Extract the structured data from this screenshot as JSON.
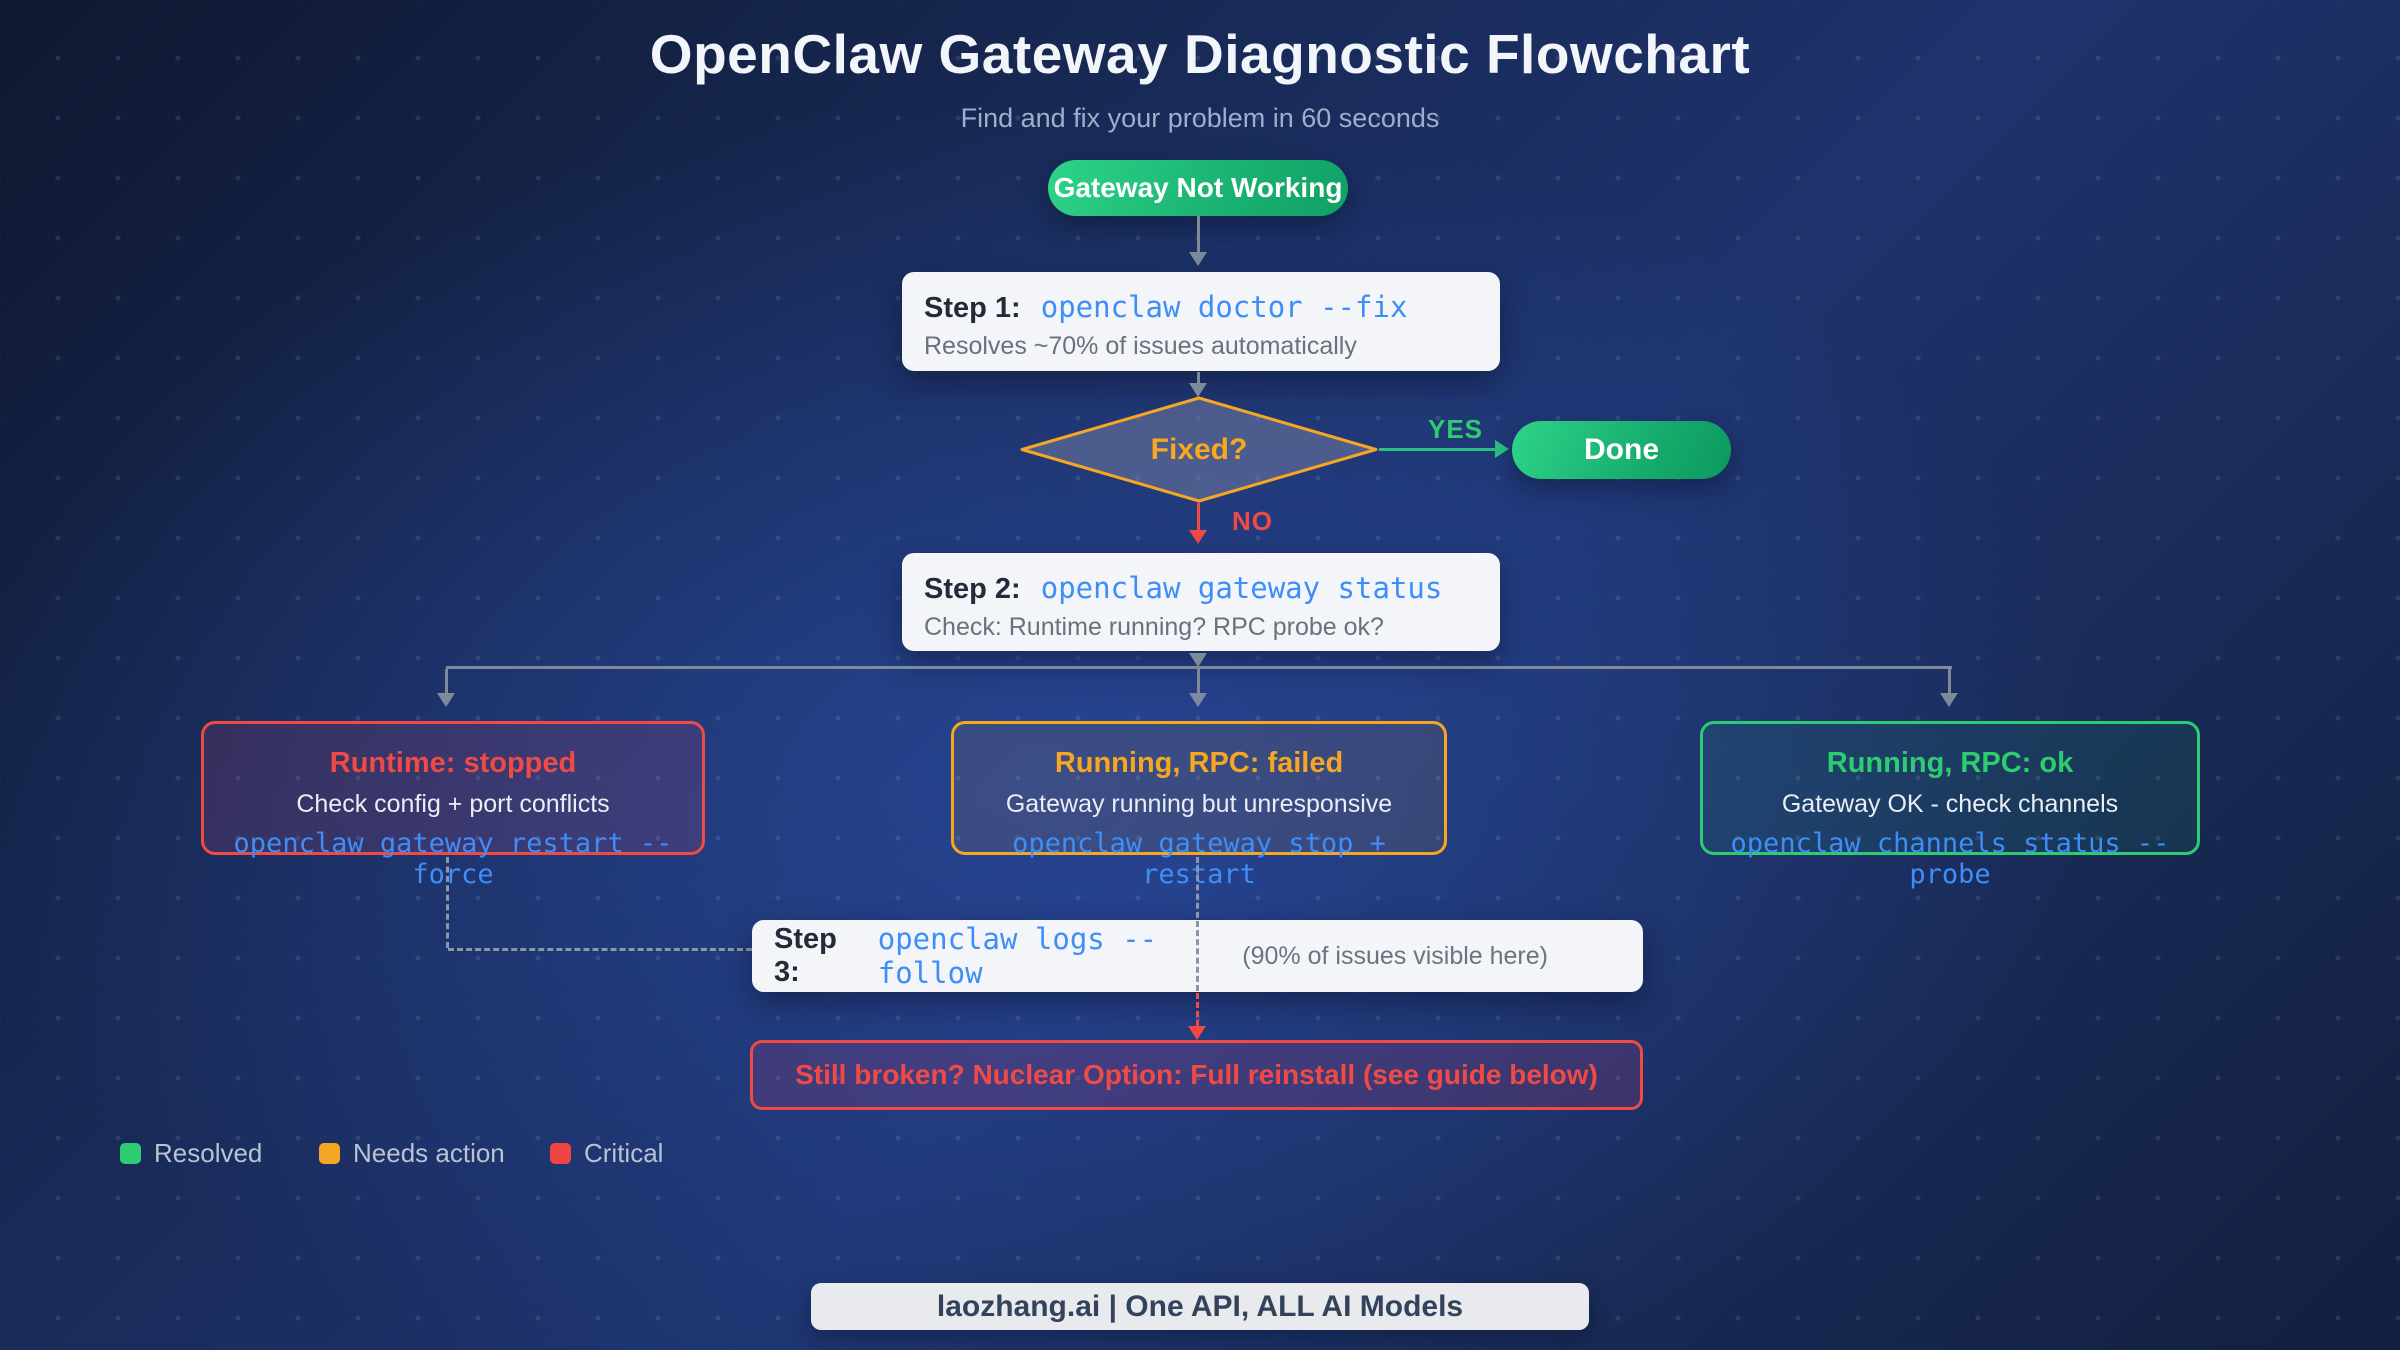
{
  "header": {
    "title": "OpenClaw Gateway Diagnostic Flowchart",
    "subtitle": "Find and fix your problem in 60 seconds"
  },
  "flow": {
    "start": "Gateway Not Working",
    "step1": {
      "label": "Step 1:",
      "command": "openclaw doctor --fix",
      "note": "Resolves ~70% of issues automatically"
    },
    "decision": {
      "label": "Fixed?",
      "yes_label": "YES",
      "no_label": "NO",
      "done": "Done"
    },
    "step2": {
      "label": "Step 2:",
      "command": "openclaw gateway status",
      "note": "Check: Runtime running? RPC probe ok?"
    },
    "branches": [
      {
        "title": "Runtime: stopped",
        "desc": "Check config + port conflicts",
        "command": "openclaw gateway restart --force",
        "status": "critical"
      },
      {
        "title": "Running, RPC: failed",
        "desc": "Gateway running but unresponsive",
        "command": "openclaw gateway stop + restart",
        "status": "needs-action"
      },
      {
        "title": "Running, RPC: ok",
        "desc": "Gateway OK - check channels",
        "command": "openclaw channels status --probe",
        "status": "resolved"
      }
    ],
    "step3": {
      "label": "Step 3:",
      "command": "openclaw logs --follow",
      "note": "(90% of issues visible here)"
    },
    "nuclear": "Still broken? Nuclear Option: Full reinstall (see guide below)"
  },
  "legend": [
    {
      "label": "Resolved",
      "color": "#2ecc71"
    },
    {
      "label": "Needs action",
      "color": "#f5a623"
    },
    {
      "label": "Critical",
      "color": "#ef4444"
    }
  ],
  "footer": "laozhang.ai | One API, ALL AI Models",
  "colors": {
    "green_accent": "#2ecc71",
    "orange_accent": "#f5a623",
    "red_accent": "#ef4444",
    "code_blue": "#3e8ef7",
    "connector_gray": "#7d8a9c",
    "card_bg": "#f3f5f9"
  }
}
